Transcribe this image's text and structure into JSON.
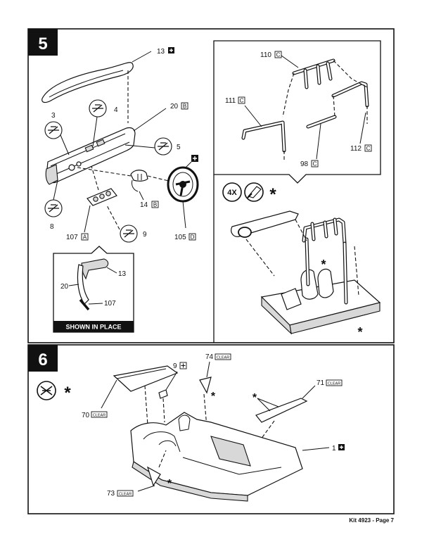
{
  "footer": "Kit 4923 - Page 7",
  "step5": {
    "number": "5",
    "labels": {
      "p13": "13",
      "p3": "3",
      "p4": "4",
      "p20": "20",
      "l20": "B",
      "p5": "5",
      "p14": "14",
      "l14": "B",
      "p8": "8",
      "p107": "107",
      "l107": "A",
      "p9": "9",
      "p105": "105",
      "l105": "D"
    },
    "callout": {
      "p13": "13",
      "p20": "20",
      "p107": "107",
      "caption": "SHOWN IN PLACE"
    },
    "rollcage": {
      "p110": "110",
      "l110": "C",
      "p111": "111",
      "l111": "C",
      "p98": "98",
      "l98": "C",
      "p112": "112",
      "l112": "C",
      "multiplier": "4X",
      "asterisk": "*"
    }
  },
  "step6": {
    "number": "6",
    "asterisk": "*",
    "labels": {
      "p9": "9",
      "p74": "74",
      "p71": "71",
      "p70": "70",
      "p73": "73",
      "p1": "1",
      "clear": "CLEAR"
    }
  },
  "icons": [
    "plus-badge",
    "paint-swatch",
    "glue-tube",
    "cement-bottle"
  ]
}
